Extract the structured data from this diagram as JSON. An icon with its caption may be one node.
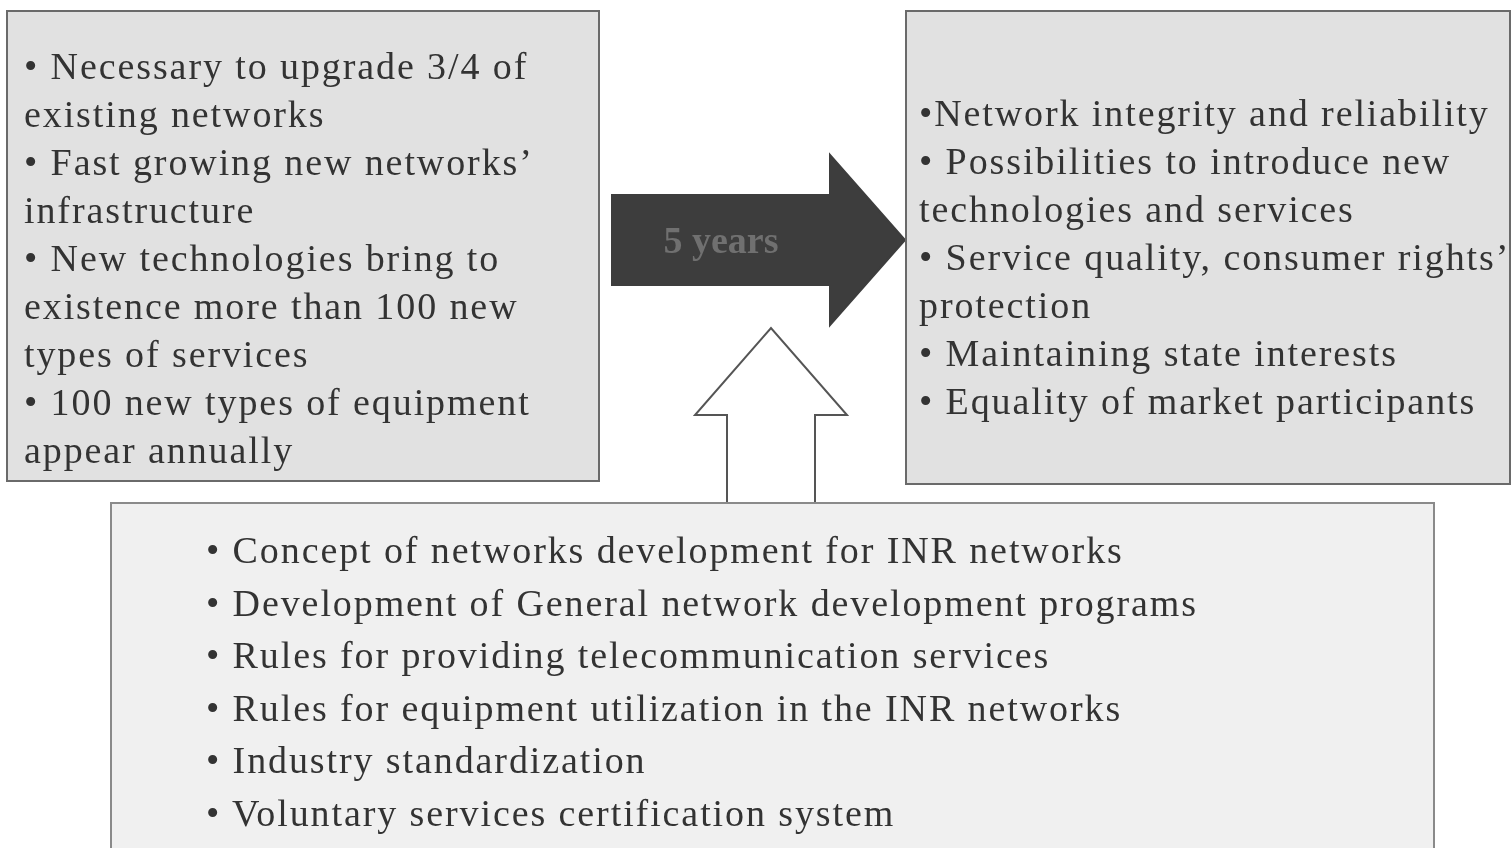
{
  "diagram": {
    "nodes": [
      {
        "text": [
          "• Necessary to upgrade 3/4 of existing networks",
          "• Fast growing new networks’ infrastructure",
          "• New technologies bring to existence more than 100 new types of services",
          "• 100 new types of equipment appear annually"
        ]
      },
      {
        "text": [
          "•Network integrity and reliability",
          "• Possibilities to introduce new technologies and services",
          "• Service quality, consumer rights’ protection",
          "• Maintaining state interests",
          "• Equality of market participants"
        ]
      },
      {
        "text": [
          "• Concept of networks development for INR networks",
          "• Development of General network development programs",
          "• Rules for providing telecommunication services",
          "• Rules for equipment utilization in the INR networks",
          "• Industry standardization",
          "• Voluntary services certification system"
        ]
      }
    ],
    "edges": [
      {
        "from": 0,
        "to": 1,
        "arrow": "to",
        "label": "5 years",
        "style": "thick",
        "color": "#3d3d3d"
      },
      {
        "from": 2,
        "to": null,
        "arrow": "to"
      }
    ]
  }
}
